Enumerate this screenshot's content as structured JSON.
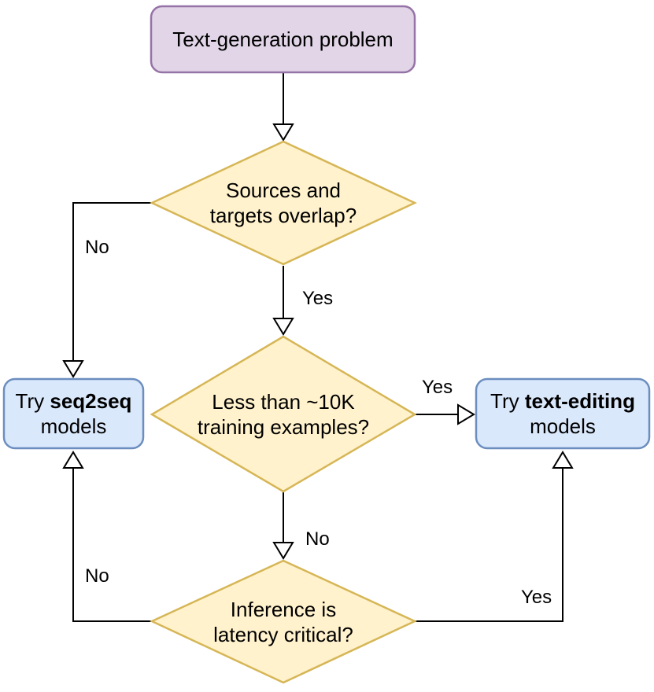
{
  "colors": {
    "edge": "#000000",
    "arrowhead_fill": "#ffffff",
    "background": "#ffffff"
  },
  "nodes": {
    "start": {
      "label": "Text-generation problem",
      "fill": "#E1D5E7",
      "stroke": "#9673A6"
    },
    "overlap": {
      "line1": "Sources and",
      "line2": "targets overlap?",
      "fill": "#FFF2CC",
      "stroke": "#D6B656"
    },
    "examples": {
      "line1": "Less than ~10K",
      "line2": "training examples?",
      "fill": "#FFF2CC",
      "stroke": "#D6B656"
    },
    "latency": {
      "line1": "Inference is",
      "line2": "latency critical?",
      "fill": "#FFF2CC",
      "stroke": "#D6B656"
    },
    "seq2seq": {
      "prefix": "Try",
      "bold": "seq2seq",
      "line2": "models",
      "fill": "#DAE8FC",
      "stroke": "#6C8EBF"
    },
    "text_editing": {
      "prefix": "Try",
      "bold": "text-editing",
      "line2": "models",
      "fill": "#DAE8FC",
      "stroke": "#6C8EBF"
    }
  },
  "edges": {
    "overlap_no": {
      "label": "No"
    },
    "overlap_yes": {
      "label": "Yes"
    },
    "examples_yes": {
      "label": "Yes"
    },
    "examples_no": {
      "label": "No"
    },
    "latency_no": {
      "label": "No"
    },
    "latency_yes": {
      "label": "Yes"
    }
  }
}
